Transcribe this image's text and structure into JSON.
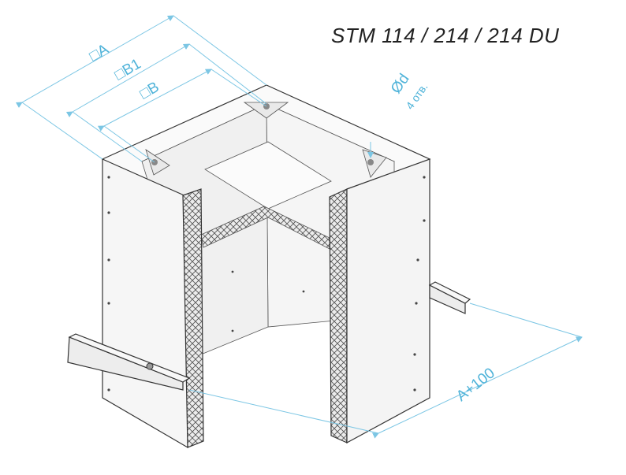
{
  "title": "STM 114 / 214 / 214 DU",
  "dimensions": {
    "a": "□A",
    "b1": "□B1",
    "b": "□B",
    "d": "Ød",
    "holes": "4 отв.",
    "a100": "A+100"
  },
  "colors": {
    "dimension": "#4fb3d9",
    "outline": "#333333",
    "panel": "#f7f7f7"
  }
}
